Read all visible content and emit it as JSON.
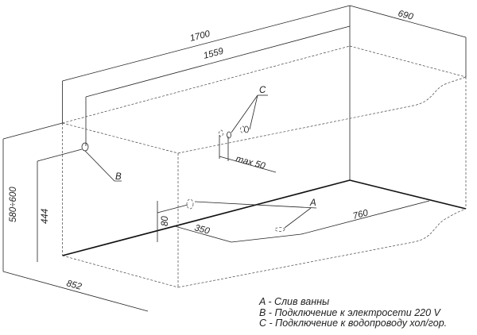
{
  "dimensions": {
    "length_total": "1700",
    "length_inner": "1559",
    "width": "690",
    "height_range": "580÷600",
    "power_height": "444",
    "front_length": "852",
    "drain_height": "80",
    "drain_offset": "350",
    "drain_span": "760",
    "water_offset": "max 50"
  },
  "markers": {
    "a": "A",
    "b": "B",
    "c": "C"
  },
  "legend": [
    "A - Слив ванны",
    "B - Подключение к электросети 220 V",
    "C - Подключение к водопроводу хол/гор."
  ]
}
